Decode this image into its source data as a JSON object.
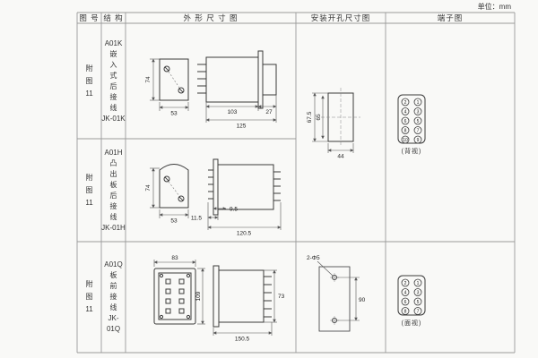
{
  "unit_label": "单位：mm",
  "headers": {
    "fig_no": "图 号",
    "structure": "结 构",
    "outline": "外 形 尺 寸 图",
    "install": "安装开孔尺寸图",
    "terminal": "端子图"
  },
  "rows": [
    {
      "fig_no": "附\n图\n11",
      "structure": "A01K\n嵌\n入\n式\n后\n接\n线\nJK-01K",
      "dims": {
        "front_height": "74",
        "front_width": "53",
        "body_length": "103",
        "total_length": "125",
        "rear_length": "27"
      }
    },
    {
      "fig_no": "附\n图\n11",
      "structure": "A01H\n凸\n出\n板\n后\n接\n线\nJK-01H",
      "dims": {
        "front_height": "74",
        "front_width": "53",
        "stud_depth": "9.5",
        "flange_depth": "11.5",
        "total_length": "120.5"
      }
    },
    {
      "fig_no": "附\n图\n11",
      "structure": "A01Q\n板\n前\n接\n线\nJK-01Q",
      "dims": {
        "front_width": "83",
        "front_height": "109",
        "total_length": "150.5",
        "side_height": "73"
      }
    }
  ],
  "install_12": {
    "dims": {
      "outer_height": "67.5",
      "inner_height": "65",
      "width": "44"
    }
  },
  "install_3": {
    "hole_note": "2-Φ5",
    "hole_spacing": "90"
  },
  "terminal_12": {
    "numbers": [
      "2",
      "1",
      "4",
      "3",
      "6",
      "5",
      "8",
      "7",
      "10",
      "9"
    ],
    "caption": "(背视)"
  },
  "terminal_3": {
    "numbers": [
      "2",
      "1",
      "4",
      "3",
      "6",
      "5",
      "8",
      "7"
    ],
    "caption": "(面视)"
  }
}
